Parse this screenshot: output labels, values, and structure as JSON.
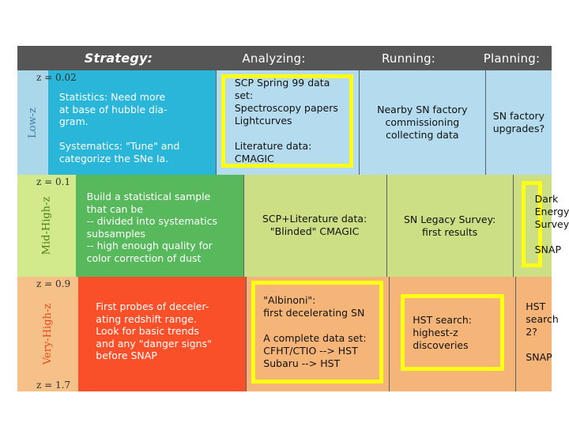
{
  "header": {
    "columns": [
      {
        "key": "strategy",
        "label": "Strategy:"
      },
      {
        "key": "analyzing",
        "label": "Analyzing:"
      },
      {
        "key": "running",
        "label": "Running:"
      },
      {
        "key": "planning",
        "label": "Planning:"
      }
    ]
  },
  "ztick_labels": {
    "top": "z = 0.02",
    "low_mid": "z = 0.1",
    "mid_vhigh": "z = 0.9",
    "bottom": "z = 1.7"
  },
  "colors": {
    "header_bg": "#565656",
    "header_text": "#ffffff",
    "highlight_border": "#ffff14",
    "low_strategy_bg": "#29b6d8",
    "low_cell_bg": "#b5dcee",
    "low_spine_bg": "#aad7ea",
    "low_spine_text": "#3b7fa6",
    "mid_strategy_bg": "#58b85c",
    "mid_cell_bg": "#ccdf85",
    "mid_spine_bg": "#d2e98c",
    "mid_spine_text": "#4e7d1e",
    "vhigh_strategy_bg": "#f9502a",
    "vhigh_cell_bg": "#f6b578",
    "vhigh_spine_bg": "#f6c189",
    "vhigh_spine_text": "#e8481f"
  },
  "rows": [
    {
      "key": "low-z",
      "spine_label": "Low-z",
      "strategy": "Statistics:  Need more\nat base of hubble dia-\ngram.\n\nSystematics: \"Tune\" and\ncategorize the SNe Ia.",
      "analyzing": "SCP Spring 99 data set:\n   Spectroscopy papers\n   Lightcurves\n\nLiterature data:\n   CMAGIC",
      "analyzing_highlighted": true,
      "running": "Nearby SN factory\ncommissioning\ncollecting data",
      "running_highlighted": false,
      "planning": "SN factory\nupgrades?",
      "planning_highlighted": false
    },
    {
      "key": "mid-high-z",
      "spine_label": "Mid-High-z",
      "strategy": "Build a statistical sample\nthat can be\n-- divided into systematics\nsubsamples\n-- high enough quality for\ncolor correction of dust",
      "analyzing": "SCP+Literature data:\n\"Blinded\" CMAGIC",
      "analyzing_highlighted": false,
      "running": "SN Legacy Survey:\nfirst results",
      "running_highlighted": false,
      "planning": "Dark Energy\nSurvey\n\nSNAP",
      "planning_highlighted": true
    },
    {
      "key": "very-high-z",
      "spine_label": "Very-High-z",
      "strategy": "First probes of deceler-\nating redshift range.\nLook for basic trends\nand any \"danger signs\"\nbefore SNAP",
      "analyzing": "\"Albinoni\":\n first decelerating SN\n\nA complete data set:\n   CFHT/CTIO -->  HST\n   Subaru -->  HST",
      "analyzing_highlighted": true,
      "running": "HST search:\nhighest-z\ndiscoveries",
      "running_highlighted": true,
      "planning": "HST search 2?\n\nSNAP",
      "planning_highlighted": false
    }
  ]
}
